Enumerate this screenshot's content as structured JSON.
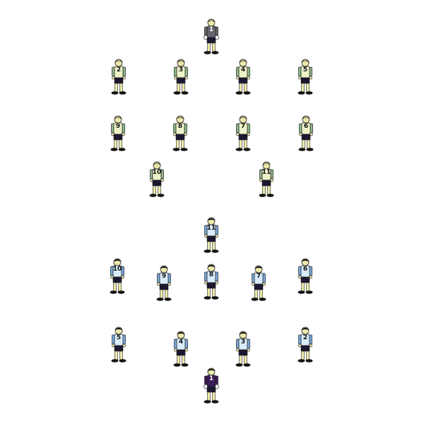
{
  "colors": {
    "skin": "#ece9aa",
    "shorts": "#1c1830",
    "socks": "#ece9aa",
    "shoes": "#111111",
    "gloves": "#ffffff"
  },
  "teams": {
    "top": {
      "kit": {
        "shirt": "#eef2c8",
        "sleeve": "#8fb58a",
        "hair": "#ece9aa"
      },
      "goalkeeper_kit": {
        "shirt": "#66646e",
        "sleeve": "#66646e",
        "hair": "#ece9aa"
      },
      "players": [
        {
          "number": "1",
          "role": "goalkeeper"
        },
        {
          "number": "2"
        },
        {
          "number": "3"
        },
        {
          "number": "4"
        },
        {
          "number": "5"
        },
        {
          "number": "9"
        },
        {
          "number": "8"
        },
        {
          "number": "7"
        },
        {
          "number": "6"
        },
        {
          "number": "10"
        },
        {
          "number": "11"
        }
      ]
    },
    "bottom": {
      "kit": {
        "shirt": "#d8ecfa",
        "sleeve": "#7aa8da",
        "hair": "#111111"
      },
      "goalkeeper_kit": {
        "shirt": "#3b1a58",
        "sleeve": "#3b1a58",
        "hair": "#111111"
      },
      "players": [
        {
          "number": "11"
        },
        {
          "number": "10"
        },
        {
          "number": "9"
        },
        {
          "number": "8"
        },
        {
          "number": "7"
        },
        {
          "number": "6"
        },
        {
          "number": "5"
        },
        {
          "number": "4"
        },
        {
          "number": "3"
        },
        {
          "number": "2"
        },
        {
          "number": "1",
          "role": "goalkeeper"
        }
      ]
    }
  }
}
